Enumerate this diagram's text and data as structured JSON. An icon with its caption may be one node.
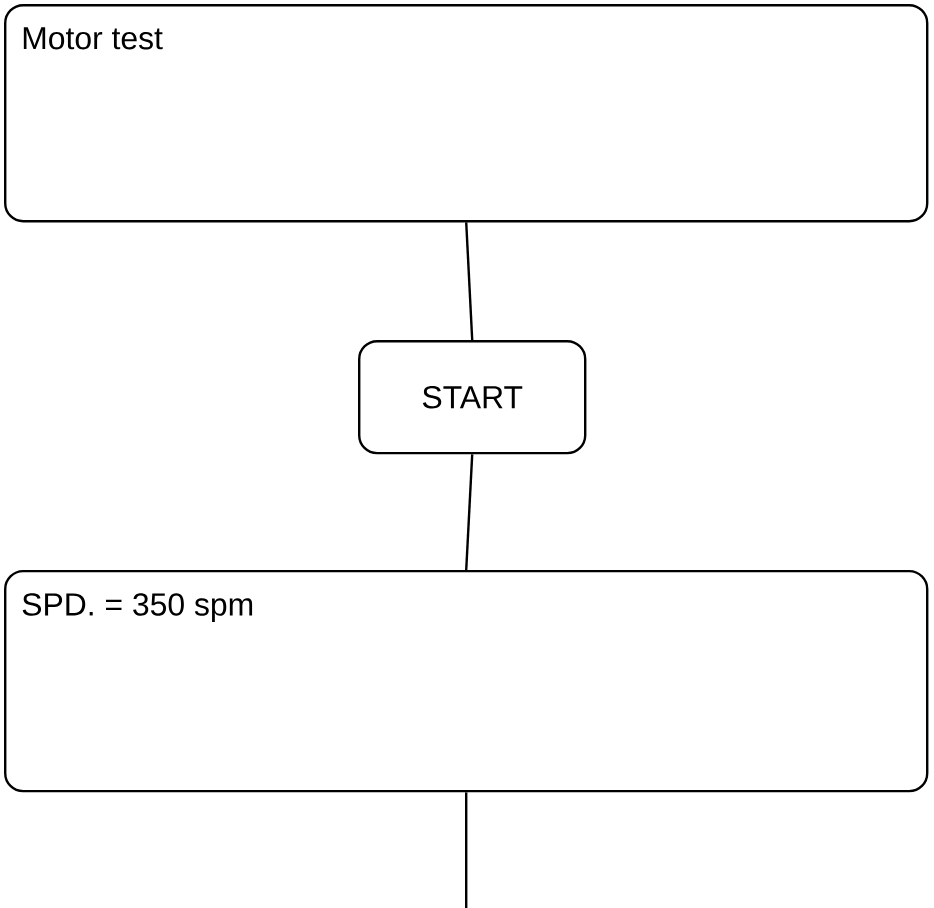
{
  "diagram": {
    "nodes": [
      {
        "text": [
          "Motor test"
        ]
      },
      {
        "text": [
          "START"
        ]
      },
      {
        "text": [
          "SPD. = 350 spm"
        ]
      }
    ],
    "edges": [
      {
        "from": 0,
        "to": 1,
        "arrow": "none"
      },
      {
        "from": 1,
        "to": 2,
        "arrow": "none"
      },
      {
        "from": 2,
        "to": null,
        "arrow": "none"
      }
    ]
  }
}
